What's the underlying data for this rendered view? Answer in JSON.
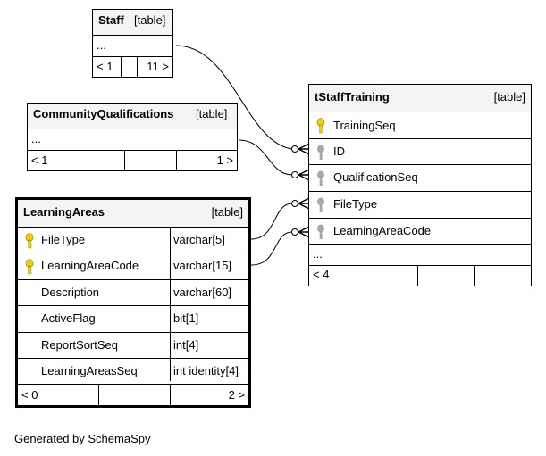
{
  "tables": {
    "staff": {
      "name": "Staff",
      "type": "[table]",
      "more": "...",
      "footer": [
        "< 1",
        "",
        "11 >"
      ]
    },
    "community": {
      "name": "CommunityQualifications",
      "type": "[table]",
      "more": "...",
      "footer": [
        "< 1",
        "",
        "1 >"
      ]
    },
    "training": {
      "name": "tStaffTraining",
      "type": "[table]",
      "columns": [
        {
          "name": "TrainingSeq",
          "key": "primary"
        },
        {
          "name": "ID",
          "key": "foreign"
        },
        {
          "name": "QualificationSeq",
          "key": "foreign"
        },
        {
          "name": "FileType",
          "key": "foreign"
        },
        {
          "name": "LearningAreaCode",
          "key": "foreign"
        }
      ],
      "more": "...",
      "footer": [
        "< 4",
        "",
        ""
      ]
    },
    "learning": {
      "name": "LearningAreas",
      "type": "[table]",
      "columns": [
        {
          "name": "FileType",
          "type": "varchar[5]",
          "key": "primary"
        },
        {
          "name": "LearningAreaCode",
          "type": "varchar[15]",
          "key": "primary"
        },
        {
          "name": "Description",
          "type": "varchar[60]",
          "key": ""
        },
        {
          "name": "ActiveFlag",
          "type": "bit[1]",
          "key": ""
        },
        {
          "name": "ReportSortSeq",
          "type": "int[4]",
          "key": ""
        },
        {
          "name": "LearningAreasSeq",
          "type": "int identity[4]",
          "key": ""
        }
      ],
      "footer": [
        "< 0",
        "",
        "2 >"
      ]
    }
  },
  "icons": {
    "primary_key": "key-icon",
    "foreign_key": "key-icon"
  },
  "colors": {
    "primary_key": "#f0d000",
    "foreign_key": "#a8a8a8",
    "header": "#f4f4f4"
  },
  "generated_by": "Generated by SchemaSpy"
}
